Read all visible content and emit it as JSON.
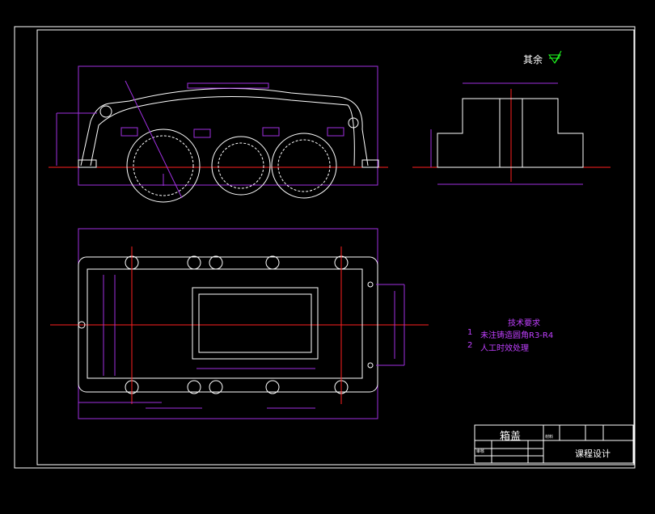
{
  "surface_note": {
    "label": "其余",
    "symbol": "roughness-icon"
  },
  "tech_requirements": {
    "title": "技术要求",
    "items": [
      {
        "num": "1",
        "text": "未注铸造圆角R3-R4"
      },
      {
        "num": "2",
        "text": "人工时效处理"
      }
    ]
  },
  "title_block": {
    "part_name": "箱盖",
    "project": "课程设计",
    "material_label": "材料",
    "review_label": "审核"
  },
  "colors": {
    "background": "#000000",
    "outline": "#ffffff",
    "dimension": "#c040ff",
    "centerline": "#ff2020",
    "symbol": "#20ff20"
  }
}
